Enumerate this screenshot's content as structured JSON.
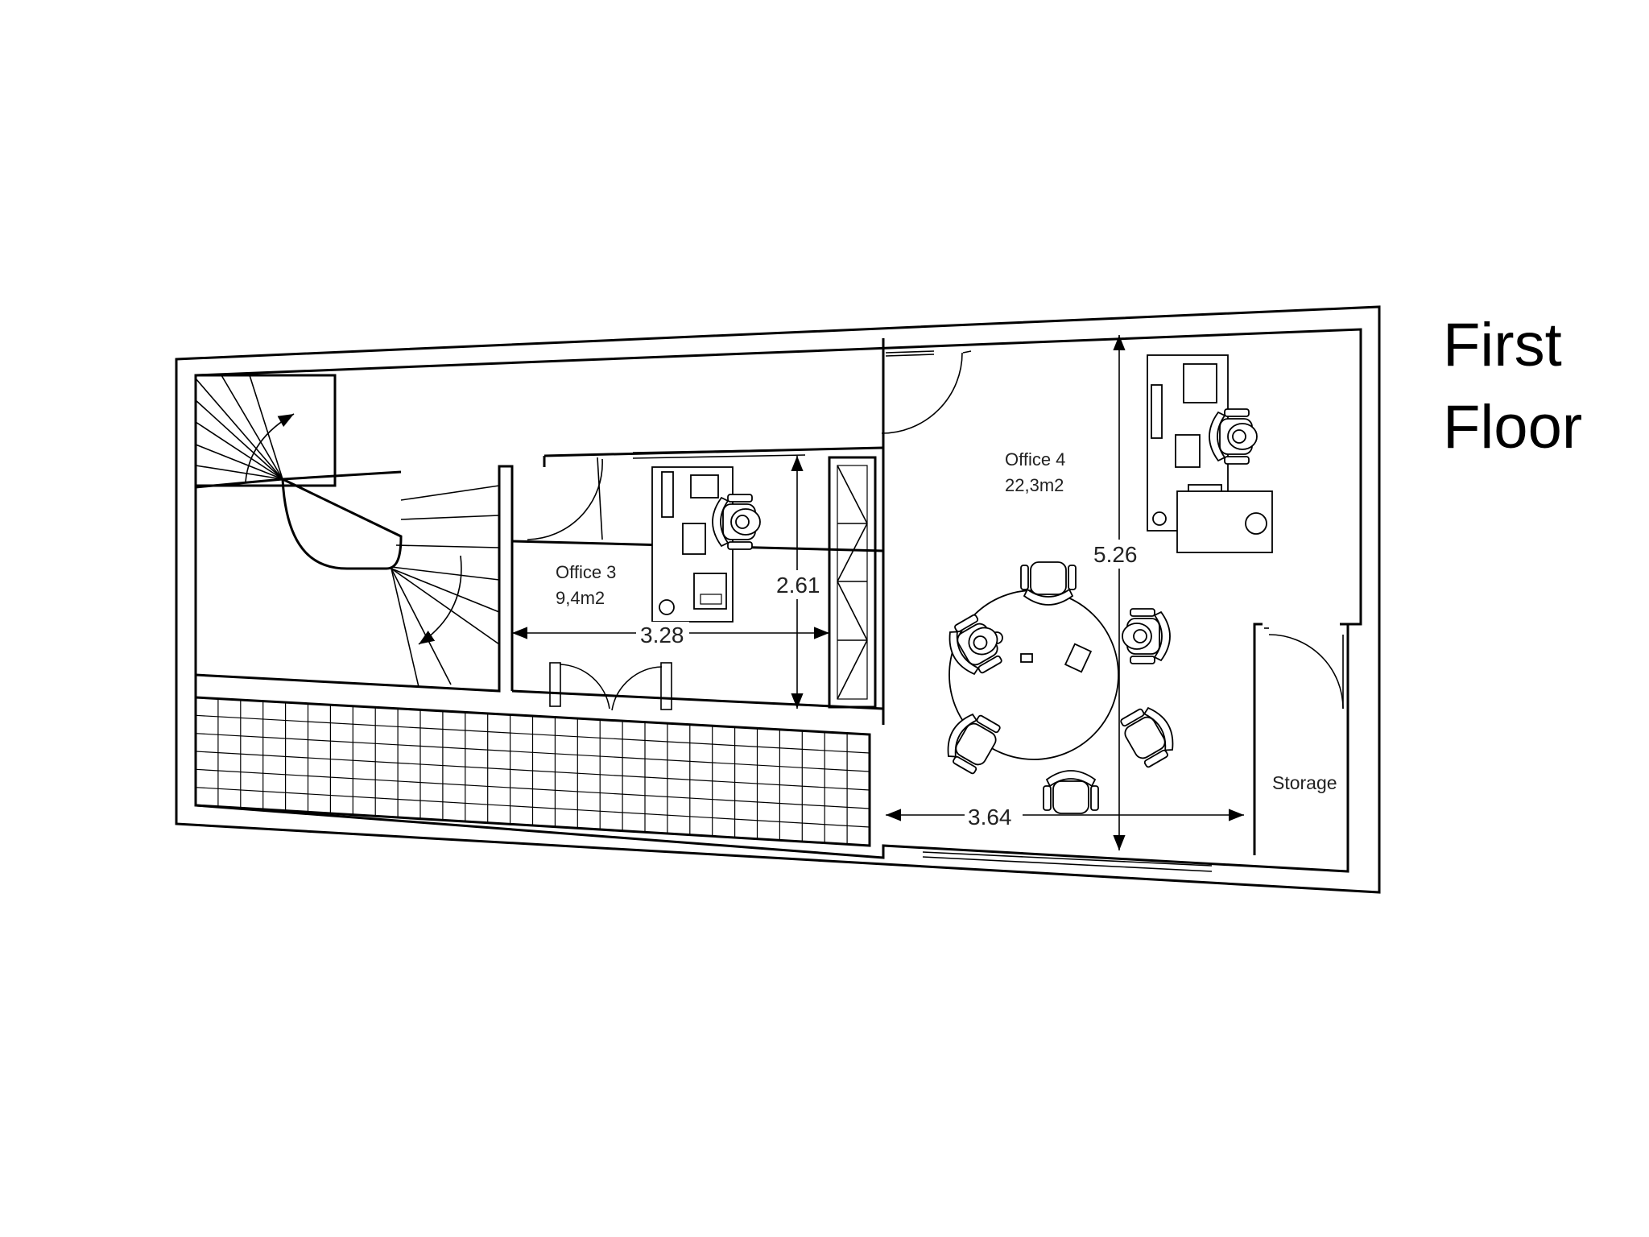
{
  "title": {
    "line1": "First",
    "line2": "Floor"
  },
  "rooms": {
    "office3": {
      "name": "Office 3",
      "area": "9,4m2",
      "width": "3.28",
      "depth": "2.61"
    },
    "office4": {
      "name": "Office 4",
      "area": "22,3m2",
      "width": "3.64",
      "depth": "5.26"
    },
    "storage": {
      "name": "Storage"
    }
  }
}
